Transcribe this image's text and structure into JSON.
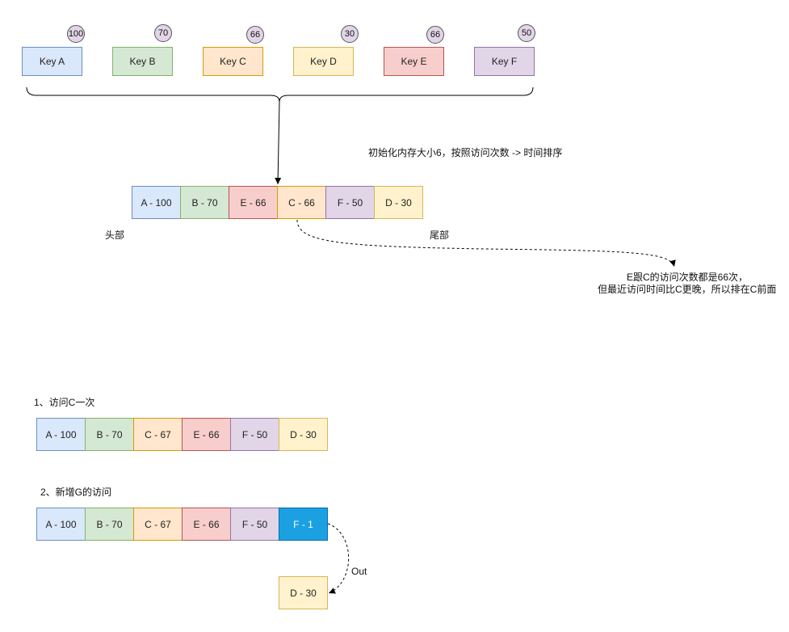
{
  "keys": [
    {
      "label": "Key A",
      "count": "100",
      "color": "blue"
    },
    {
      "label": "Key B",
      "count": "70",
      "color": "green"
    },
    {
      "label": "Key C",
      "count": "66",
      "color": "orange"
    },
    {
      "label": "Key D",
      "count": "30",
      "color": "yellow"
    },
    {
      "label": "Key E",
      "count": "66",
      "color": "red"
    },
    {
      "label": "Key F",
      "count": "50",
      "color": "purple"
    }
  ],
  "init_note": "初始化内存大小6，按照访问次数 -> 时间排序",
  "initial_row": [
    {
      "label": "A - 100",
      "color": "blue"
    },
    {
      "label": "B - 70",
      "color": "green"
    },
    {
      "label": "E - 66",
      "color": "red"
    },
    {
      "label": "C - 66",
      "color": "orange"
    },
    {
      "label": "F - 50",
      "color": "purple"
    },
    {
      "label": "D - 30",
      "color": "yellow"
    }
  ],
  "head_label": "头部",
  "tail_label": "尾部",
  "tie_note": {
    "line1": "E跟C的访问次数都是66次，",
    "line2": "但最近访问时间比C更晚，所以排在C前面"
  },
  "step1": {
    "title": "1、访问C一次",
    "row": [
      {
        "label": "A - 100",
        "color": "blue"
      },
      {
        "label": "B - 70",
        "color": "green"
      },
      {
        "label": "C - 67",
        "color": "orange"
      },
      {
        "label": "E - 66",
        "color": "red"
      },
      {
        "label": "F - 50",
        "color": "purple"
      },
      {
        "label": "D - 30",
        "color": "yellow"
      }
    ]
  },
  "step2": {
    "title": "2、新增G的访问",
    "row": [
      {
        "label": "A - 100",
        "color": "blue"
      },
      {
        "label": "B - 70",
        "color": "green"
      },
      {
        "label": "C - 67",
        "color": "orange"
      },
      {
        "label": "E - 66",
        "color": "red"
      },
      {
        "label": "F - 50",
        "color": "purple"
      },
      {
        "label": "F - 1",
        "color": "cyan"
      }
    ],
    "evicted": {
      "label": "D - 30",
      "color": "yellow"
    },
    "out_label": "Out"
  }
}
